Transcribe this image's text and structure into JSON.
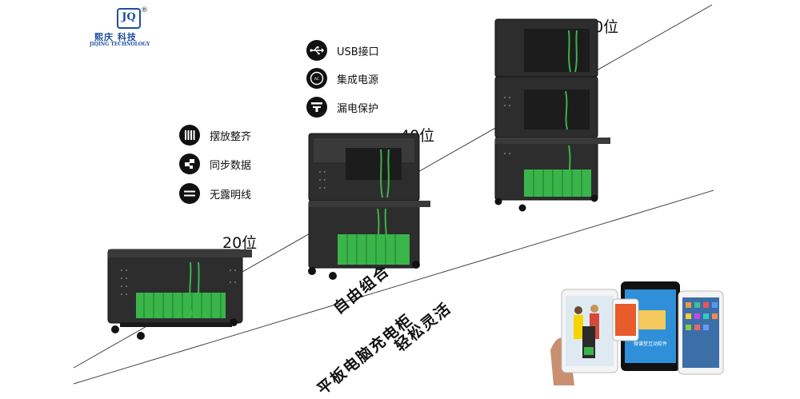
{
  "brand": {
    "mark": "JQ",
    "registered": "®",
    "name_cn": "熙庆 科技",
    "name_en": "JIQING TECHNOLOGY"
  },
  "features_right": [
    {
      "icon": "usb-icon",
      "label": "USB接口"
    },
    {
      "icon": "power-integration-icon",
      "label": "集成电源"
    },
    {
      "icon": "leakage-protection-icon",
      "label": "漏电保护"
    }
  ],
  "features_left": [
    {
      "icon": "neat-arrangement-icon",
      "label": "摆放整齐"
    },
    {
      "icon": "sync-data-icon",
      "label": "同步数据"
    },
    {
      "icon": "no-exposed-wires-icon",
      "label": "无露明线"
    }
  ],
  "capacities": {
    "small": "20位",
    "medium": "40位",
    "large": "60位"
  },
  "slogans": {
    "line1": "轻松灵活",
    "line2": "自由组合",
    "line3": "平板电脑充电柜"
  },
  "tablet_screen_text": "微课堂互动软件",
  "colors": {
    "cabinet": "#2a2a2a",
    "tray_green": "#39b54a",
    "brand_blue": "#1d4f9c",
    "line": "#333333"
  }
}
